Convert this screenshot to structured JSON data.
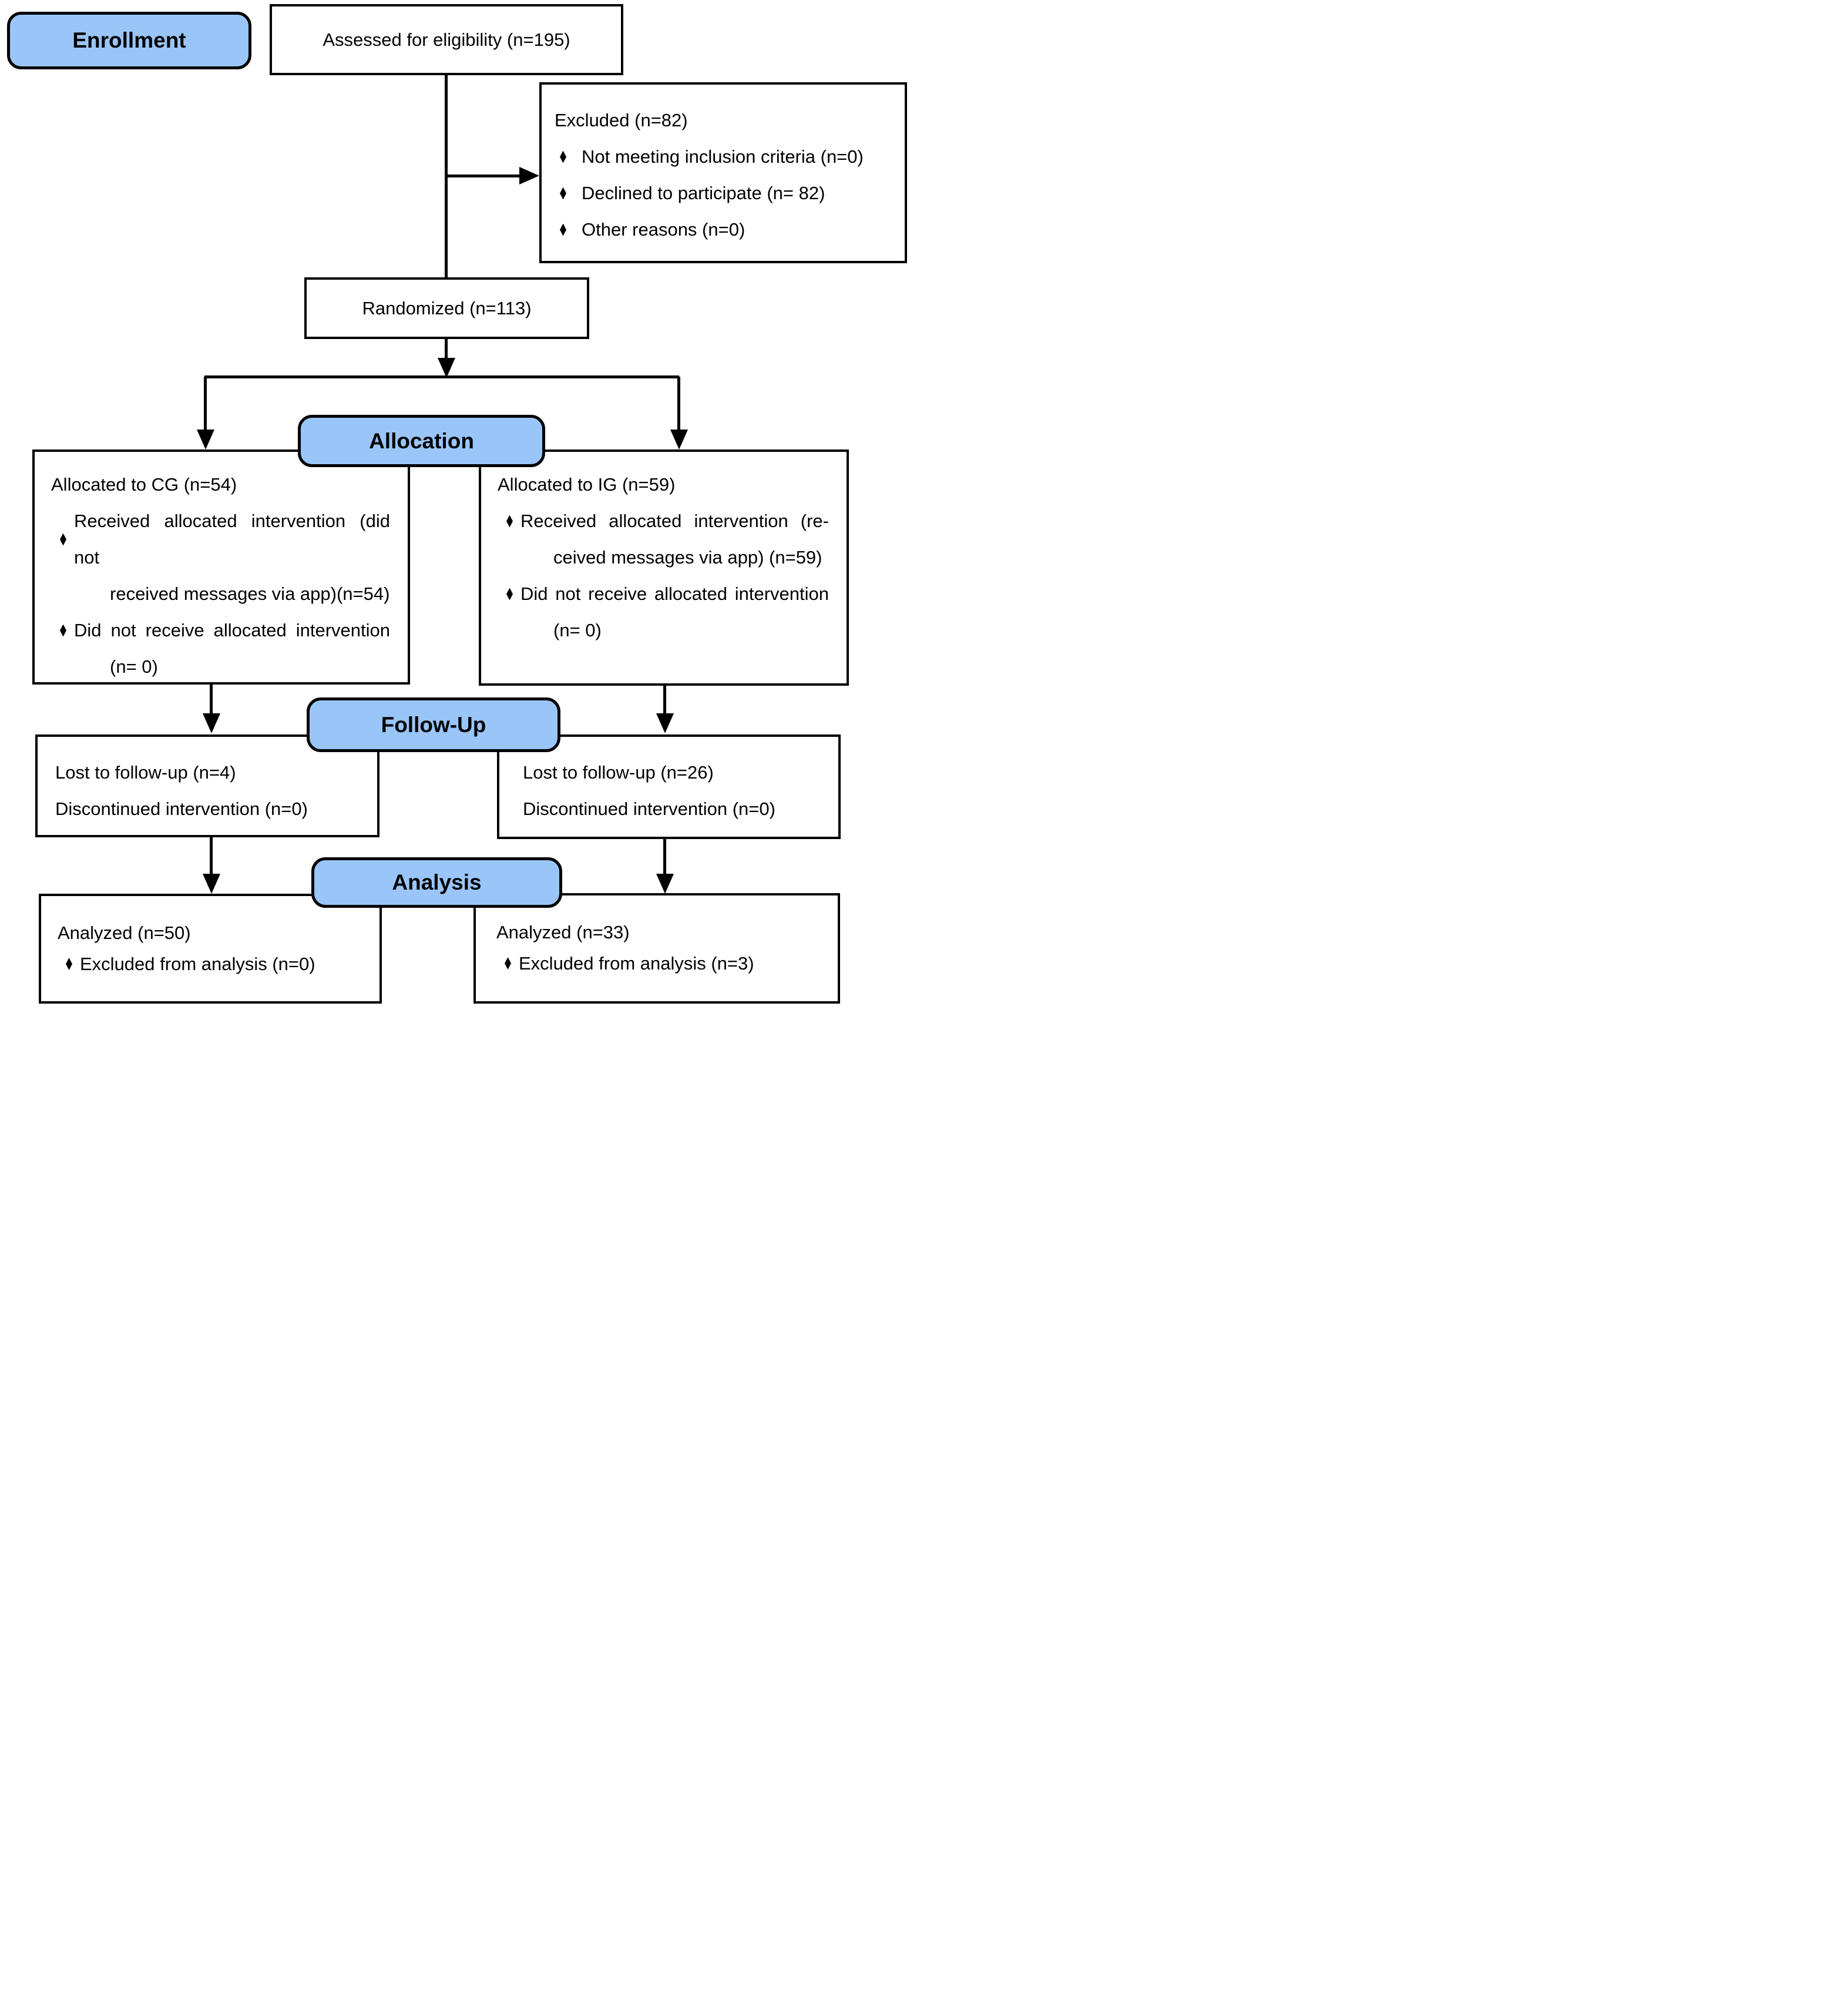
{
  "colors": {
    "label_fill": "#99C5F8",
    "line": "#000000",
    "background": "#FFFFFF"
  },
  "phase_labels": {
    "enrollment": "Enrollment",
    "allocation": "Allocation",
    "followup": "Follow-Up",
    "analysis": "Analysis"
  },
  "enrollment": {
    "assessed": "Assessed for eligibility (n=195)",
    "randomized": "Randomized (n=113)",
    "excluded": {
      "title": "Excluded (n=82)",
      "bullets": [
        "Not meeting inclusion criteria (n=0)",
        "Declined to participate (n= 82)",
        "Other reasons (n=0)"
      ]
    }
  },
  "allocation": {
    "cg": {
      "title": "Allocated to CG (n=54)",
      "b1_line1": "Received allocated intervention (did not",
      "b1_line2": "received messages via app)(n=54)",
      "b2_line1": "Did not receive allocated intervention",
      "b2_line2": "(n= 0)"
    },
    "ig": {
      "title": "Allocated to IG (n=59)",
      "b1_line1": "Received allocated intervention (re-",
      "b1_line2": "ceived messages via app) (n=59)",
      "b2_line1": "Did not receive allocated intervention",
      "b2_line2": "(n= 0)"
    }
  },
  "followup": {
    "cg": {
      "lost": "Lost to follow-up (n=4)",
      "discontinued": "Discontinued intervention (n=0)"
    },
    "ig": {
      "lost": "Lost to follow-up (n=26)",
      "discontinued": "Discontinued intervention (n=0)"
    }
  },
  "analysis": {
    "cg": {
      "analyzed": "Analyzed (n=50)",
      "excluded": "Excluded from analysis (n=0)"
    },
    "ig": {
      "analyzed": "Analyzed (n=33)",
      "excluded": "Excluded from analysis (n=3)"
    }
  }
}
